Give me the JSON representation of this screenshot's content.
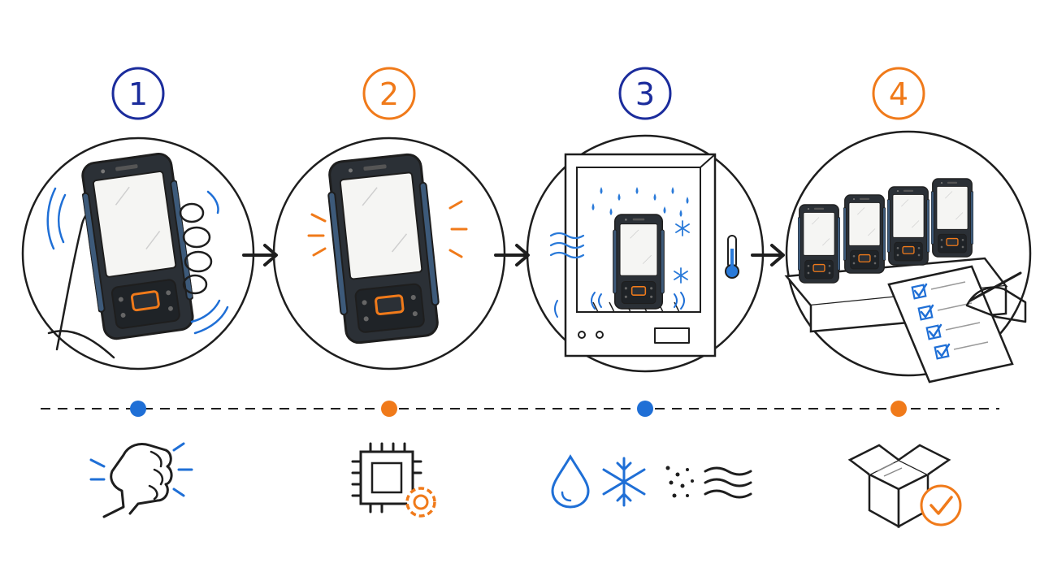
{
  "colors": {
    "ink": "#1e1e1e",
    "blue": "#1b2c9c",
    "orange": "#f07a1a",
    "dot_blue": "#1f6fd6",
    "ice_blue": "#2a7ad9",
    "screen": "#f5f5f3",
    "device_body": "#2b3036",
    "device_trim": "#3d5a7a"
  },
  "steps": [
    {
      "number": "1",
      "accent": "orange-or-blue",
      "color_key": "blue",
      "scene": "hand-held-device-vibration",
      "icon": "fist-impact-icon"
    },
    {
      "number": "2",
      "color_key": "orange",
      "scene": "device-with-impact-marks",
      "icon": "chip-gear-icon"
    },
    {
      "number": "3",
      "color_key": "blue",
      "scene": "environmental-chamber",
      "icon": "water-snow-dust-wind-icons"
    },
    {
      "number": "4",
      "color_key": "orange",
      "scene": "devices-on-rack-checklist",
      "icon": "box-check-icon"
    }
  ]
}
